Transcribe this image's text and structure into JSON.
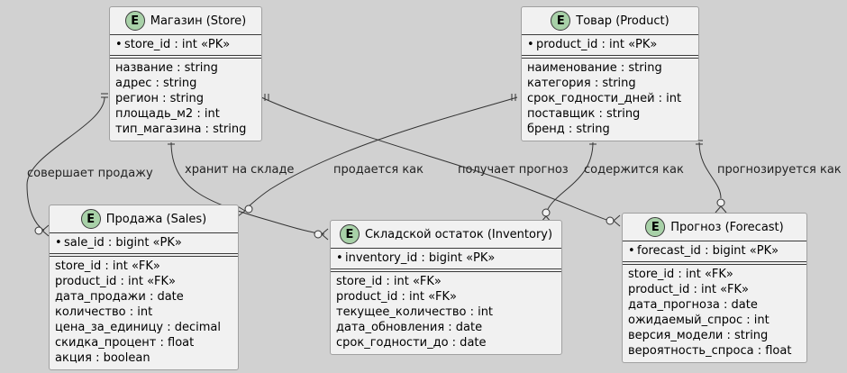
{
  "entities": {
    "store": {
      "title": "Магазин (Store)",
      "pk": "store_id : int «PK»",
      "attrs": [
        "название : string",
        "адрес : string",
        "регион : string",
        "площадь_м2 : int",
        "тип_магазина : string"
      ]
    },
    "product": {
      "title": "Товар (Product)",
      "pk": "product_id : int «PK»",
      "attrs": [
        "наименование : string",
        "категория : string",
        "срок_годности_дней : int",
        "поставщик : string",
        "бренд : string"
      ]
    },
    "sales": {
      "title": "Продажа (Sales)",
      "pk": "sale_id : bigint «PK»",
      "attrs": [
        "store_id : int «FK»",
        "product_id : int «FK»",
        "дата_продажи : date",
        "количество : int",
        "цена_за_единицу : decimal",
        "скидка_процент : float",
        "акция : boolean"
      ]
    },
    "inventory": {
      "title": "Складской остаток (Inventory)",
      "pk": "inventory_id : bigint «PK»",
      "attrs": [
        "store_id : int «FK»",
        "product_id : int «FK»",
        "текущее_количество : int",
        "дата_обновления : date",
        "срок_годности_до : date"
      ]
    },
    "forecast": {
      "title": "Прогноз (Forecast)",
      "pk": "forecast_id : bigint «PK»",
      "attrs": [
        "store_id : int «FK»",
        "product_id : int «FK»",
        "дата_прогноза : date",
        "ожидаемый_спрос : int",
        "версия_модели : string",
        "вероятность_спроса : float"
      ]
    }
  },
  "entity_letter": "E",
  "pk_marker": "•",
  "relations": {
    "store_sales": "совершает продажу",
    "store_inventory": "хранит на складе",
    "product_sales": "продается как",
    "store_forecast": "получает прогноз",
    "product_inventory": "содержится как",
    "product_forecast": "прогнозируется как"
  }
}
